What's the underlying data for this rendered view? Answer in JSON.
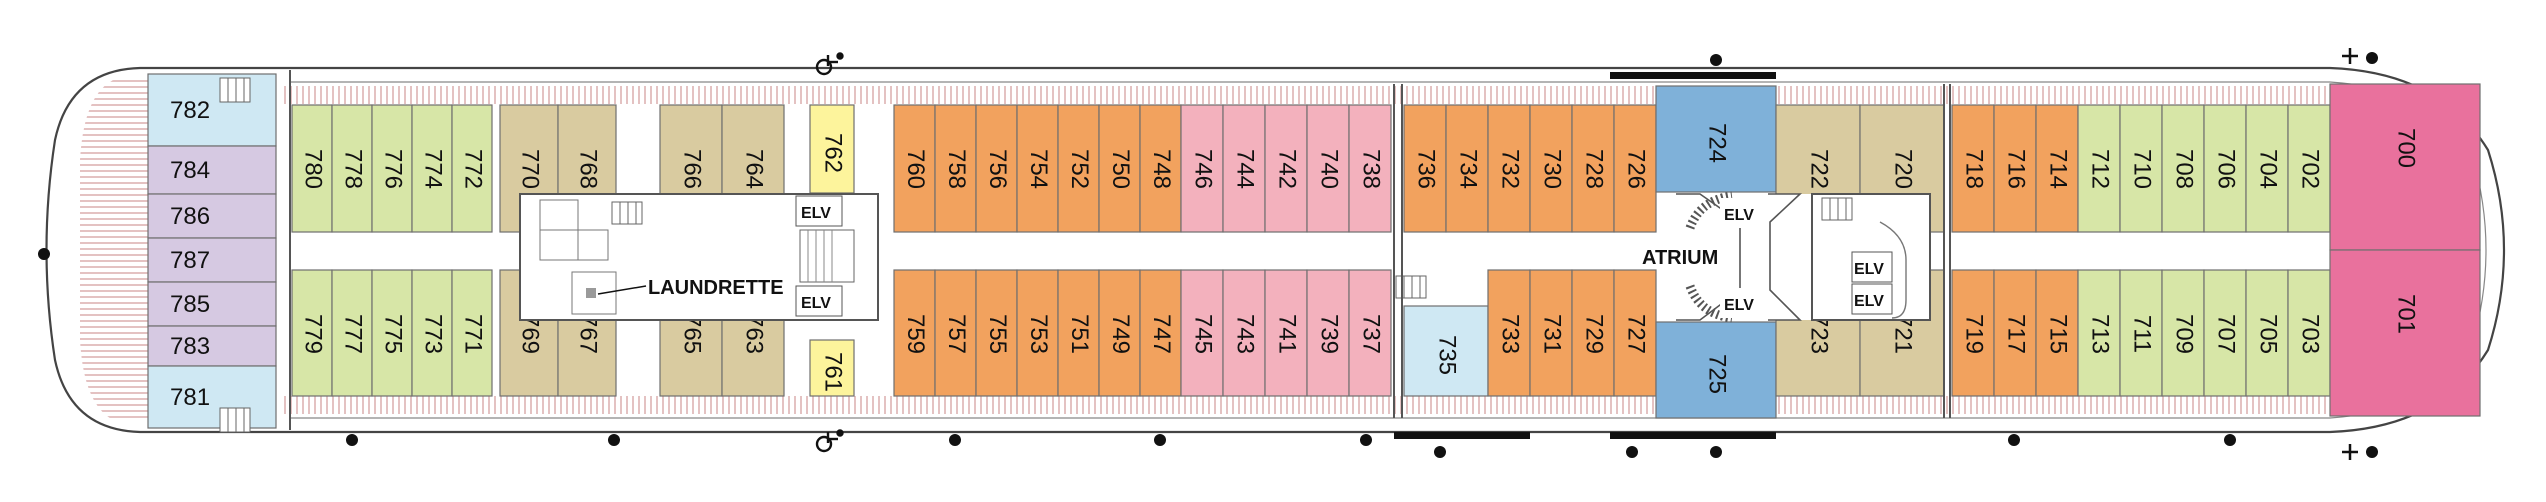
{
  "colors": {
    "light_blue": "#cfe8f3",
    "lavender": "#d6c9e2",
    "green": "#d7e6a7",
    "tan": "#d9cba0",
    "yellow": "#fdf49c",
    "orange": "#f2a25e",
    "pink": "#f3b1bd",
    "blue": "#7fb1d9",
    "magenta": "#e9719d",
    "hatch": "#d9a8a8",
    "service_gray": "#9a9a9a"
  },
  "labels": {
    "laundrette": "LAUNDRETTE",
    "atrium": "ATRIUM",
    "elevator": "ELV"
  },
  "icons": [
    "wheelchair-accessible-icon",
    "stairs-icon",
    "elevator-icon",
    "life-buoy-icon",
    "defibrillator-cross-icon",
    "lifeboat-station-icon"
  ],
  "cabins": [
    {
      "n": "782",
      "c": "light_blue"
    },
    {
      "n": "784",
      "c": "lavender"
    },
    {
      "n": "786",
      "c": "lavender"
    },
    {
      "n": "787",
      "c": "lavender"
    },
    {
      "n": "785",
      "c": "lavender"
    },
    {
      "n": "783",
      "c": "lavender"
    },
    {
      "n": "781",
      "c": "light_blue"
    },
    {
      "n": "780",
      "c": "green"
    },
    {
      "n": "778",
      "c": "green"
    },
    {
      "n": "776",
      "c": "green"
    },
    {
      "n": "774",
      "c": "green"
    },
    {
      "n": "772",
      "c": "green"
    },
    {
      "n": "779",
      "c": "green"
    },
    {
      "n": "777",
      "c": "green"
    },
    {
      "n": "775",
      "c": "green"
    },
    {
      "n": "773",
      "c": "green"
    },
    {
      "n": "771",
      "c": "green"
    },
    {
      "n": "770",
      "c": "tan"
    },
    {
      "n": "768",
      "c": "tan"
    },
    {
      "n": "766",
      "c": "tan"
    },
    {
      "n": "764",
      "c": "tan"
    },
    {
      "n": "769",
      "c": "tan"
    },
    {
      "n": "767",
      "c": "tan"
    },
    {
      "n": "765",
      "c": "tan"
    },
    {
      "n": "763",
      "c": "tan"
    },
    {
      "n": "762",
      "c": "yellow"
    },
    {
      "n": "761",
      "c": "yellow"
    },
    {
      "n": "760",
      "c": "orange"
    },
    {
      "n": "758",
      "c": "orange"
    },
    {
      "n": "756",
      "c": "orange"
    },
    {
      "n": "754",
      "c": "orange"
    },
    {
      "n": "752",
      "c": "orange"
    },
    {
      "n": "750",
      "c": "orange"
    },
    {
      "n": "748",
      "c": "orange"
    },
    {
      "n": "746",
      "c": "pink"
    },
    {
      "n": "744",
      "c": "pink"
    },
    {
      "n": "742",
      "c": "pink"
    },
    {
      "n": "740",
      "c": "pink"
    },
    {
      "n": "738",
      "c": "pink"
    },
    {
      "n": "759",
      "c": "orange"
    },
    {
      "n": "757",
      "c": "orange"
    },
    {
      "n": "755",
      "c": "orange"
    },
    {
      "n": "753",
      "c": "orange"
    },
    {
      "n": "751",
      "c": "orange"
    },
    {
      "n": "749",
      "c": "orange"
    },
    {
      "n": "747",
      "c": "orange"
    },
    {
      "n": "745",
      "c": "pink"
    },
    {
      "n": "743",
      "c": "pink"
    },
    {
      "n": "741",
      "c": "pink"
    },
    {
      "n": "739",
      "c": "pink"
    },
    {
      "n": "737",
      "c": "pink"
    },
    {
      "n": "736",
      "c": "orange"
    },
    {
      "n": "734",
      "c": "orange"
    },
    {
      "n": "732",
      "c": "orange"
    },
    {
      "n": "730",
      "c": "orange"
    },
    {
      "n": "728",
      "c": "orange"
    },
    {
      "n": "726",
      "c": "orange"
    },
    {
      "n": "735",
      "c": "light_blue"
    },
    {
      "n": "733",
      "c": "orange"
    },
    {
      "n": "731",
      "c": "orange"
    },
    {
      "n": "729",
      "c": "orange"
    },
    {
      "n": "727",
      "c": "orange"
    },
    {
      "n": "724",
      "c": "blue"
    },
    {
      "n": "725",
      "c": "blue"
    },
    {
      "n": "722",
      "c": "tan"
    },
    {
      "n": "720",
      "c": "tan"
    },
    {
      "n": "723",
      "c": "tan"
    },
    {
      "n": "721",
      "c": "tan"
    },
    {
      "n": "718",
      "c": "orange"
    },
    {
      "n": "716",
      "c": "orange"
    },
    {
      "n": "714",
      "c": "orange"
    },
    {
      "n": "712",
      "c": "green"
    },
    {
      "n": "710",
      "c": "green"
    },
    {
      "n": "708",
      "c": "green"
    },
    {
      "n": "706",
      "c": "green"
    },
    {
      "n": "704",
      "c": "green"
    },
    {
      "n": "702",
      "c": "green"
    },
    {
      "n": "719",
      "c": "orange"
    },
    {
      "n": "717",
      "c": "orange"
    },
    {
      "n": "715",
      "c": "orange"
    },
    {
      "n": "713",
      "c": "green"
    },
    {
      "n": "711",
      "c": "green"
    },
    {
      "n": "709",
      "c": "green"
    },
    {
      "n": "707",
      "c": "green"
    },
    {
      "n": "705",
      "c": "green"
    },
    {
      "n": "703",
      "c": "green"
    },
    {
      "n": "700",
      "c": "magenta"
    },
    {
      "n": "701",
      "c": "magenta"
    }
  ]
}
